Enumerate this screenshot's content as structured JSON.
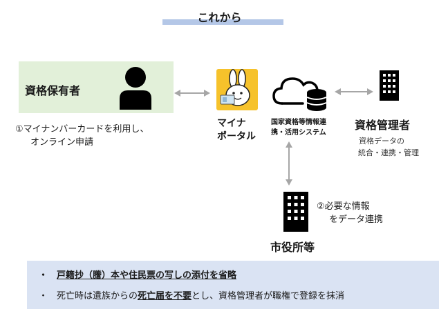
{
  "title": "これから",
  "holder": {
    "label": "資格保有者",
    "note_line1": "①マイナンバーカードを利用し、",
    "note_line2": "オンライン申請"
  },
  "portal": {
    "label_line1": "マイナ",
    "label_line2": "ポータル"
  },
  "system": {
    "label_line1": "国家資格等情報連",
    "label_line2": "携・活用システム"
  },
  "admin": {
    "label": "資格管理者",
    "note_line1": "資格データの",
    "note_line2": "統合・連携・管理"
  },
  "city": {
    "label": "市役所等",
    "note_line1": "②必要な情報",
    "note_line2": "をデータ連携"
  },
  "bottom": {
    "bullet": "・",
    "item1": "戸籍抄（謄）本や住民票の写しの添付を省略",
    "item2_pre": "死亡時は遺族からの",
    "item2_em": "死亡届を不要",
    "item2_post": "とし、資格管理者が職権で登録を抹消"
  },
  "colors": {
    "title_bar": "#b4c7e7",
    "holder_box": "#e2f0d9",
    "bottom_panel": "#dae3f3",
    "arrow": "#a6a6a6",
    "portal_icon": "#f6c22b"
  }
}
